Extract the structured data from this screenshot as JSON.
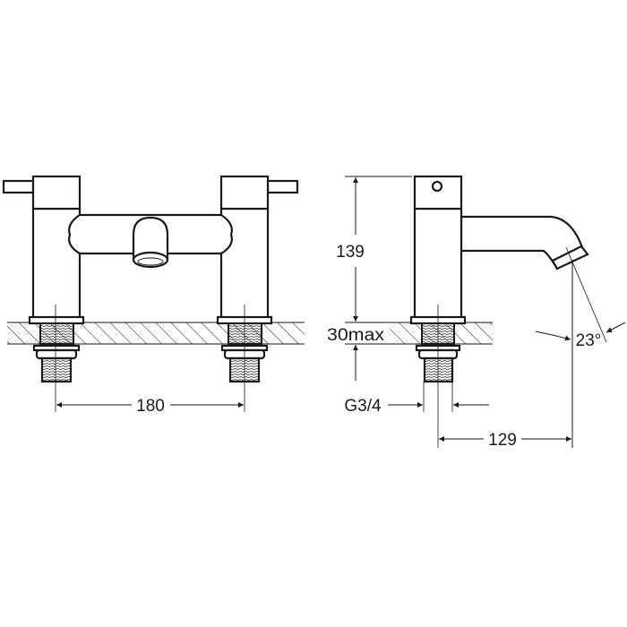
{
  "dimensions": {
    "spacing": "180",
    "height": "139",
    "deck_thickness": "30max",
    "thread": "G3/4",
    "reach": "129",
    "angle": "23°"
  },
  "colors": {
    "line": "#1a1a1a",
    "background": "#ffffff"
  }
}
